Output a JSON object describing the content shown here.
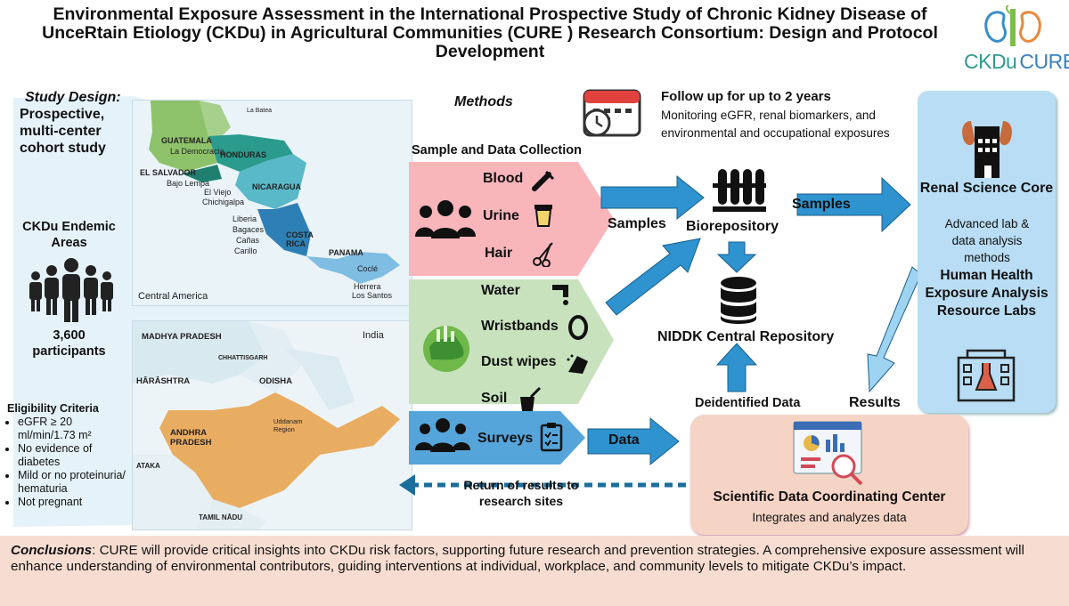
{
  "title": "Environmental Exposure Assessment in the International Prospective Study of Chronic Kidney Disease of UnceRtain Etiology (CKDu) in Agricultural Communities (CURE ) Research Consortium: Design and Protocol Development",
  "logo": {
    "ckdu": "CKDu",
    "cure": "CURE"
  },
  "study_design": {
    "heading": "Study Design:",
    "text": "Prospective, multi-center cohort study"
  },
  "endemic": {
    "heading": "CKDu Endemic Areas",
    "count": "3,600",
    "unit": "participants"
  },
  "eligibility": {
    "heading": "Eligibility Criteria",
    "items": [
      "eGFR ≥ 20 ml/min/1.73 m²",
      "No evidence of diabetes",
      "Mild or no proteinuria/ hematuria",
      "Not pregnant"
    ]
  },
  "map_ca": {
    "caption": "Central America",
    "labels": {
      "guatemala": "GUATEMALA",
      "la_democracia": "La Democracia",
      "honduras": "HONDURAS",
      "el_salvador": "EL SALVADOR",
      "bajo_lempa": "Bajo Lempa",
      "nicaragua": "NICARAGUA",
      "el_viejo": "El Viejo",
      "chichigalpa": "Chichigalpa",
      "liberia": "Liberia",
      "bagaces": "Bagaces",
      "canas": "Cañas",
      "carillo": "Carillo",
      "costa_rica": "COSTA RICA",
      "panama": "PANAMA",
      "cocle": "Coclé",
      "herrera": "Herrera",
      "los_santos": "Los Santos",
      "la_batea": "La Batea"
    }
  },
  "map_india": {
    "caption": "India",
    "labels": {
      "madhya": "MADHYA PRADESH",
      "chhattisgarh": "CHHATTISGARH",
      "maharashtra": "HĀRĀSHTRA",
      "odisha": "ODISHA",
      "uddanam": "Uddanam Region",
      "andhra": "ANDHRA PRADESH",
      "ataka": "ATAKA",
      "tamil": "TAMIL NĀDU"
    }
  },
  "methods": {
    "heading": "Methods",
    "followup_title": "Follow up for up to 2 years",
    "followup_text1": "Monitoring eGFR, renal biomarkers, and",
    "followup_text2": "environmental and occupational exposures",
    "collection_heading": "Sample and Data Collection",
    "bio_samples": [
      "Blood",
      "Urine",
      "Hair"
    ],
    "env_samples": [
      "Water",
      "Wristbands",
      "Dust wipes",
      "Soil"
    ],
    "surveys": "Surveys"
  },
  "flow": {
    "samples1": "Samples",
    "biorepository": "Biorepository",
    "samples2": "Samples",
    "niddk": "NIDDK Central Repository",
    "deidentified": "Deidentified Data",
    "data": "Data",
    "results": "Results",
    "return": "Return of results to research sites"
  },
  "renal": {
    "title": "Renal Science Core",
    "desc": "Advanced lab & data analysis methods",
    "hhear": "Human Health Exposure Analysis Resource Labs"
  },
  "sdcc": {
    "title": "Scientific Data Coordinating Center",
    "desc": "Integrates and analyzes data"
  },
  "conclusions": {
    "label": "Conclusions",
    "text": ": CURE will provide critical insights into CKDu risk factors, supporting future research and prevention strategies. A comprehensive exposure assessment will enhance understanding of environmental contributors, guiding interventions at individual, workplace, and community levels to mitigate CKDu’s impact."
  },
  "colors": {
    "pink": "#f7b8bd",
    "green": "#c9e3bf",
    "blue_box": "#5aa8dc",
    "arrow": "#2b93cf",
    "renal_bg": "#b9def5",
    "sdcc_bg": "#f6d6c8",
    "concl_bg": "#f7ddd1",
    "teal": "#2f8f8f"
  }
}
